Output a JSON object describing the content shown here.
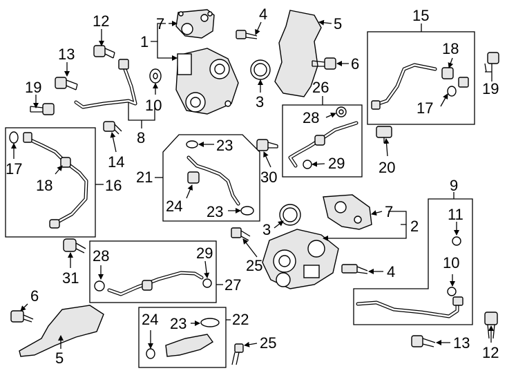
{
  "callouts": {
    "c1": "1",
    "c2": "2",
    "c3a": "3",
    "c3b": "3",
    "c4a": "4",
    "c4b": "4",
    "c5a": "5",
    "c5b": "5",
    "c6a": "6",
    "c6b": "6",
    "c7a": "7",
    "c7b": "7",
    "c8": "8",
    "c9": "9",
    "c10a": "10",
    "c10b": "10",
    "c11": "11",
    "c12a": "12",
    "c12b": "12",
    "c13a": "13",
    "c13b": "13",
    "c14": "14",
    "c15": "15",
    "c16": "16",
    "c17a": "17",
    "c17b": "17",
    "c18a": "18",
    "c18b": "18",
    "c19a": "19",
    "c19b": "19",
    "c20": "20",
    "c21": "21",
    "c22": "22",
    "c23a": "23",
    "c23b": "23",
    "c23c": "23",
    "c24a": "24",
    "c24b": "24",
    "c25a": "25",
    "c25b": "25",
    "c26": "26",
    "c27": "27",
    "c28a": "28",
    "c28b": "28",
    "c29a": "29",
    "c29b": "29",
    "c30": "30",
    "c31": "31"
  }
}
